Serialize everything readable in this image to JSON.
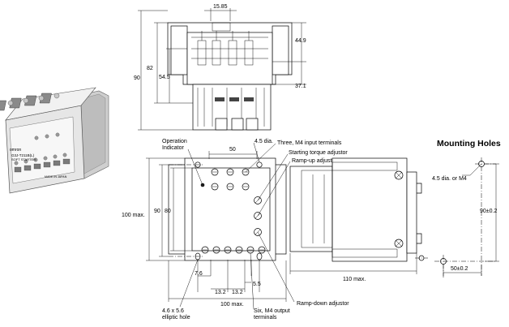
{
  "product_photo": {
    "brand": "omron",
    "model": "G3J-T211B(L)",
    "description": "SOFT STARTER",
    "made_in": "MADE IN JAPAN"
  },
  "top_view": {
    "dims": {
      "top_width": "15.85",
      "overall_height": "90",
      "body_height": "82",
      "mid_height": "54.5",
      "upper_right": "44.9",
      "lower_right": "37.1"
    }
  },
  "front_view": {
    "dims": {
      "left_outer": "100 max.",
      "left_inner": "90",
      "left_body": "80",
      "top_width": "50",
      "terminal_pitch_1": "7.6",
      "terminal_pitch_2": "13.2",
      "terminal_pitch_3": "13.2",
      "terminal_small": "5.5",
      "bottom_width": "100 max."
    },
    "callouts": {
      "operation_indicator": "Operation\nIndicator",
      "mounting_dia": "4.5 dia.",
      "input_terminals": "Three, M4 input terminals",
      "starting_torque": "Starting torque adjustor",
      "ramp_up": "Ramp-up adjustor",
      "ramp_down": "Ramp-down adjustor",
      "elliptic_hole": "4.6 x 5.6\nelliptic hole",
      "output_terminals": "Six, M4 output\nterminals"
    }
  },
  "side_view": {
    "dims": {
      "depth": "110 max."
    }
  },
  "mounting_holes": {
    "title": "Mounting Holes",
    "hole_label": "4.5 dia. or M4",
    "vertical": "90±0.2",
    "horizontal": "50±0.2"
  }
}
